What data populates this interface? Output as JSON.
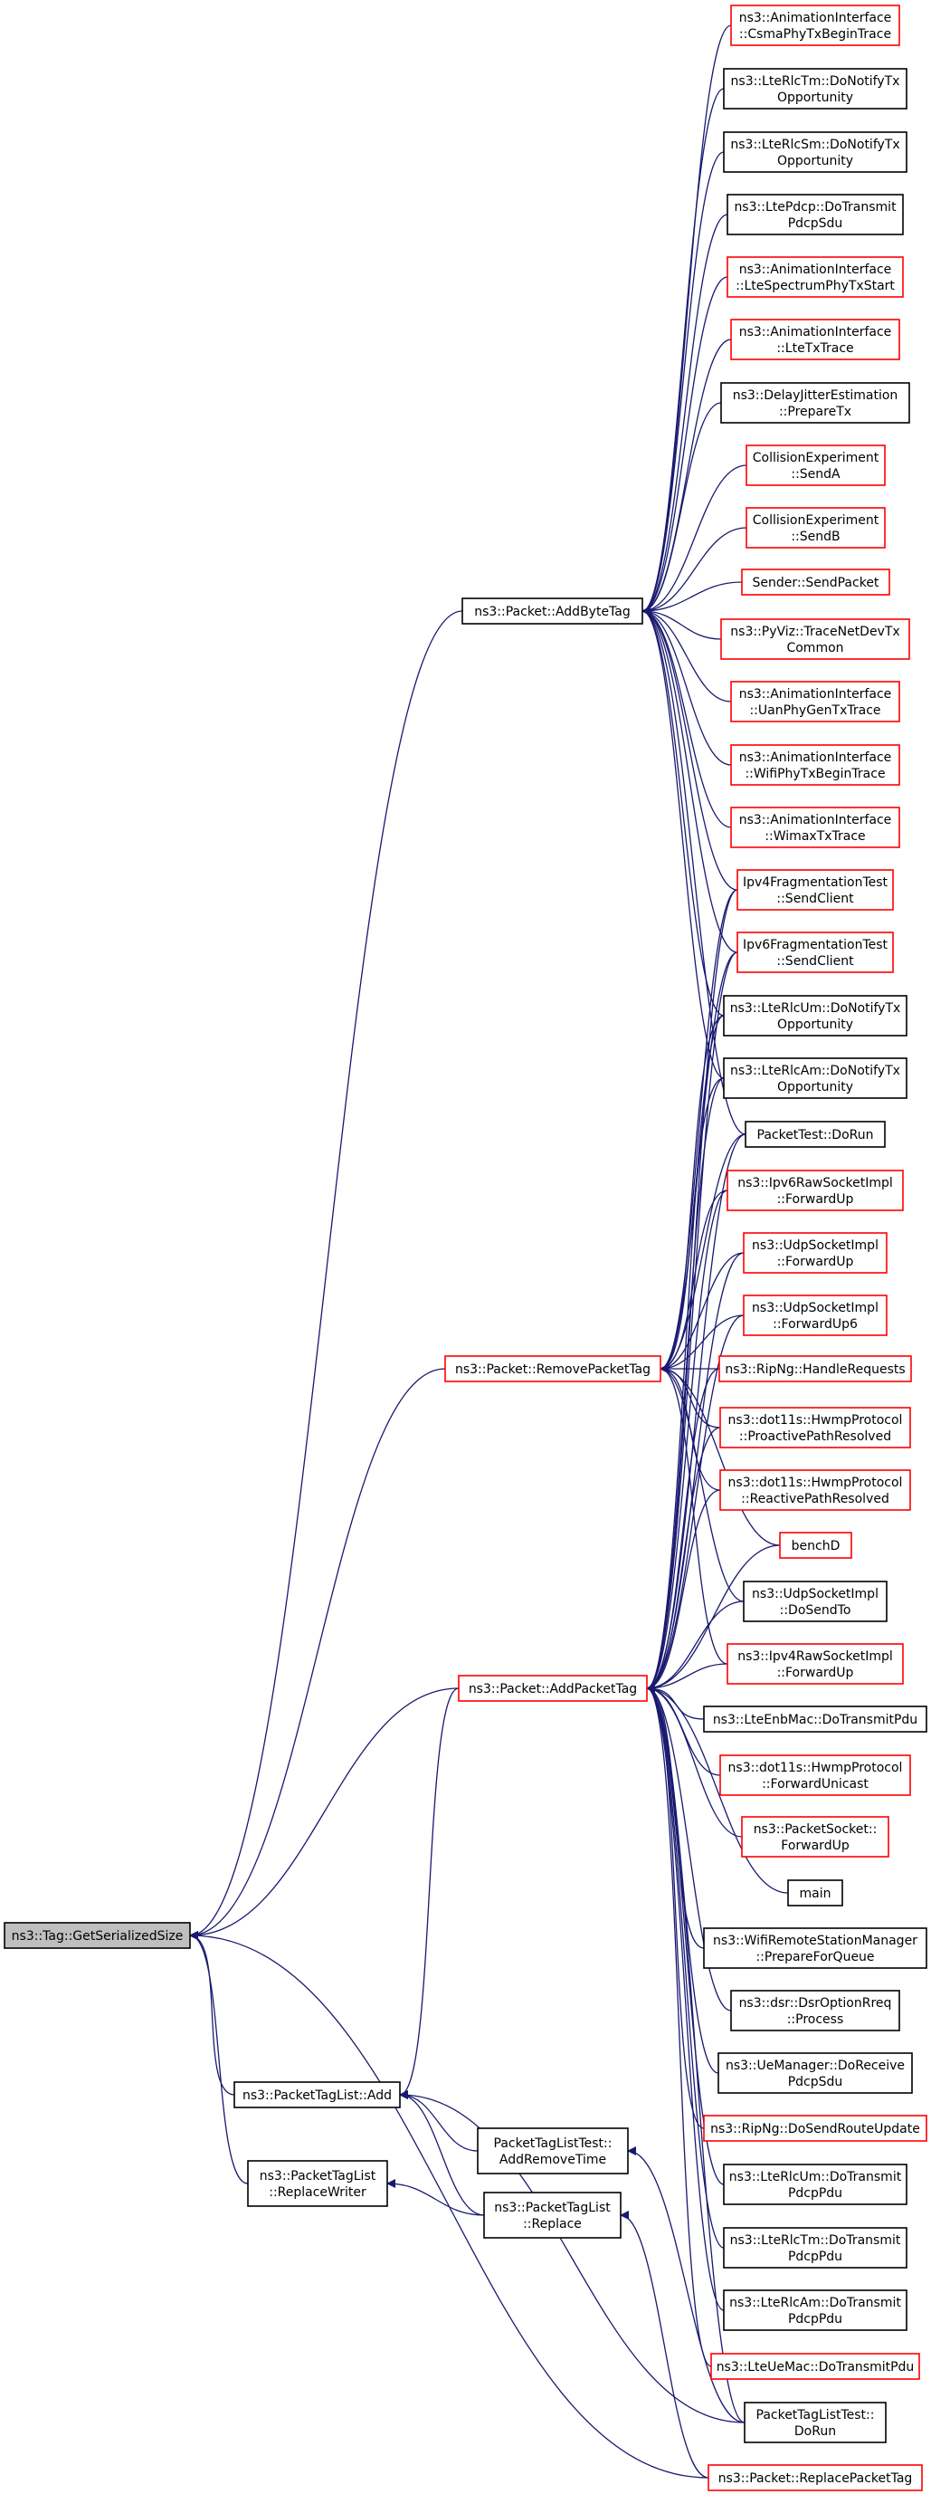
{
  "diagram": {
    "type": "doxygen-caller-graph",
    "colors": {
      "edge": "#191970",
      "border_documented": "#000000",
      "border_truncated": "#ff0000",
      "root_fill": "#bfbfbf",
      "node_fill": "#ffffff"
    },
    "root": {
      "id": "root",
      "lines": [
        "ns3::Tag::GetSerializedSize"
      ]
    },
    "nodes": [
      {
        "id": "addbytetag",
        "lines": [
          "ns3::Packet::AddByteTag"
        ],
        "status": "documented"
      },
      {
        "id": "removepackettag",
        "lines": [
          "ns3::Packet::RemovePacketTag"
        ],
        "status": "truncated"
      },
      {
        "id": "addpackettag",
        "lines": [
          "ns3::Packet::AddPacketTag"
        ],
        "status": "truncated"
      },
      {
        "id": "ptl_add",
        "lines": [
          "ns3::PacketTagList::Add"
        ],
        "status": "documented"
      },
      {
        "id": "ptl_replacewriter",
        "lines": [
          "ns3::PacketTagList",
          "::ReplaceWriter"
        ],
        "status": "documented"
      },
      {
        "id": "ptltest_addremove",
        "lines": [
          "PacketTagListTest::",
          "AddRemoveTime"
        ],
        "status": "documented"
      },
      {
        "id": "ptl_replace",
        "lines": [
          "ns3::PacketTagList",
          "::Replace"
        ],
        "status": "documented"
      },
      {
        "id": "anim_csma",
        "lines": [
          "ns3::AnimationInterface",
          "::CsmaPhyTxBeginTrace"
        ],
        "status": "truncated"
      },
      {
        "id": "rlctm_notify",
        "lines": [
          "ns3::LteRlcTm::DoNotifyTx",
          "Opportunity"
        ],
        "status": "documented"
      },
      {
        "id": "rlcsm_notify",
        "lines": [
          "ns3::LteRlcSm::DoNotifyTx",
          "Opportunity"
        ],
        "status": "documented"
      },
      {
        "id": "pdcp_transmit",
        "lines": [
          "ns3::LtePdcp::DoTransmit",
          "PdcpSdu"
        ],
        "status": "documented"
      },
      {
        "id": "anim_ltespectrum",
        "lines": [
          "ns3::AnimationInterface",
          "::LteSpectrumPhyTxStart"
        ],
        "status": "truncated"
      },
      {
        "id": "anim_ltetx",
        "lines": [
          "ns3::AnimationInterface",
          "::LteTxTrace"
        ],
        "status": "truncated"
      },
      {
        "id": "delayjitter",
        "lines": [
          "ns3::DelayJitterEstimation",
          "::PrepareTx"
        ],
        "status": "documented"
      },
      {
        "id": "collision_a",
        "lines": [
          "CollisionExperiment",
          "::SendA"
        ],
        "status": "truncated"
      },
      {
        "id": "collision_b",
        "lines": [
          "CollisionExperiment",
          "::SendB"
        ],
        "status": "truncated"
      },
      {
        "id": "sender_send",
        "lines": [
          "Sender::SendPacket"
        ],
        "status": "truncated"
      },
      {
        "id": "pyviz_trace",
        "lines": [
          "ns3::PyViz::TraceNetDevTx",
          "Common"
        ],
        "status": "truncated"
      },
      {
        "id": "anim_uanphy",
        "lines": [
          "ns3::AnimationInterface",
          "::UanPhyGenTxTrace"
        ],
        "status": "truncated"
      },
      {
        "id": "anim_wifiphy",
        "lines": [
          "ns3::AnimationInterface",
          "::WifiPhyTxBeginTrace"
        ],
        "status": "truncated"
      },
      {
        "id": "anim_wimax",
        "lines": [
          "ns3::AnimationInterface",
          "::WimaxTxTrace"
        ],
        "status": "truncated"
      },
      {
        "id": "ipv4frag_send",
        "lines": [
          "Ipv4FragmentationTest",
          "::SendClient"
        ],
        "status": "truncated"
      },
      {
        "id": "ipv6frag_send",
        "lines": [
          "Ipv6FragmentationTest",
          "::SendClient"
        ],
        "status": "truncated"
      },
      {
        "id": "rlcum_notify",
        "lines": [
          "ns3::LteRlcUm::DoNotifyTx",
          "Opportunity"
        ],
        "status": "documented"
      },
      {
        "id": "rlcam_notify",
        "lines": [
          "ns3::LteRlcAm::DoNotifyTx",
          "Opportunity"
        ],
        "status": "documented"
      },
      {
        "id": "packettest_run",
        "lines": [
          "PacketTest::DoRun"
        ],
        "status": "documented"
      },
      {
        "id": "ipv6raw_forward",
        "lines": [
          "ns3::Ipv6RawSocketImpl",
          "::ForwardUp"
        ],
        "status": "truncated"
      },
      {
        "id": "udp_forward",
        "lines": [
          "ns3::UdpSocketImpl",
          "::ForwardUp"
        ],
        "status": "truncated"
      },
      {
        "id": "udp_forward6",
        "lines": [
          "ns3::UdpSocketImpl",
          "::ForwardUp6"
        ],
        "status": "truncated"
      },
      {
        "id": "ripng_handle",
        "lines": [
          "ns3::RipNg::HandleRequests"
        ],
        "status": "truncated"
      },
      {
        "id": "hwmp_proactive",
        "lines": [
          "ns3::dot11s::HwmpProtocol",
          "::ProactivePathResolved"
        ],
        "status": "truncated"
      },
      {
        "id": "hwmp_reactive",
        "lines": [
          "ns3::dot11s::HwmpProtocol",
          "::ReactivePathResolved"
        ],
        "status": "truncated"
      },
      {
        "id": "benchd",
        "lines": [
          "benchD"
        ],
        "status": "truncated"
      },
      {
        "id": "udp_sendto",
        "lines": [
          "ns3::UdpSocketImpl",
          "::DoSendTo"
        ],
        "status": "documented"
      },
      {
        "id": "ipv4raw_forward",
        "lines": [
          "ns3::Ipv4RawSocketImpl",
          "::ForwardUp"
        ],
        "status": "truncated"
      },
      {
        "id": "enbmac_transmit",
        "lines": [
          "ns3::LteEnbMac::DoTransmitPdu"
        ],
        "status": "documented"
      },
      {
        "id": "hwmp_forward",
        "lines": [
          "ns3::dot11s::HwmpProtocol",
          "::ForwardUnicast"
        ],
        "status": "truncated"
      },
      {
        "id": "packetsocket_forward",
        "lines": [
          "ns3::PacketSocket::",
          "ForwardUp"
        ],
        "status": "truncated"
      },
      {
        "id": "main_fn",
        "lines": [
          "main"
        ],
        "status": "documented"
      },
      {
        "id": "wifiremote_prepare",
        "lines": [
          "ns3::WifiRemoteStationManager",
          "::PrepareForQueue"
        ],
        "status": "documented"
      },
      {
        "id": "dsr_process",
        "lines": [
          "ns3::dsr::DsrOptionRreq",
          "::Process"
        ],
        "status": "documented"
      },
      {
        "id": "uemanager_receive",
        "lines": [
          "ns3::UeManager::DoReceive",
          "PdcpSdu"
        ],
        "status": "documented"
      },
      {
        "id": "ripng_sendroute",
        "lines": [
          "ns3::RipNg::DoSendRouteUpdate"
        ],
        "status": "truncated"
      },
      {
        "id": "rlcum_transmit",
        "lines": [
          "ns3::LteRlcUm::DoTransmit",
          "PdcpPdu"
        ],
        "status": "documented"
      },
      {
        "id": "rlctm_transmit",
        "lines": [
          "ns3::LteRlcTm::DoTransmit",
          "PdcpPdu"
        ],
        "status": "documented"
      },
      {
        "id": "rlcam_transmit",
        "lines": [
          "ns3::LteRlcAm::DoTransmit",
          "PdcpPdu"
        ],
        "status": "documented"
      },
      {
        "id": "uemac_transmit",
        "lines": [
          "ns3::LteUeMac::DoTransmitPdu"
        ],
        "status": "truncated"
      },
      {
        "id": "ptltest_run",
        "lines": [
          "PacketTagListTest::",
          "DoRun"
        ],
        "status": "documented"
      },
      {
        "id": "replacepackettag",
        "lines": [
          "ns3::Packet::ReplacePacketTag"
        ],
        "status": "truncated"
      }
    ],
    "edges": [
      [
        "addbytetag",
        "root"
      ],
      [
        "removepackettag",
        "root"
      ],
      [
        "addpackettag",
        "root"
      ],
      [
        "ptl_add",
        "root"
      ],
      [
        "ptl_replacewriter",
        "root"
      ],
      [
        "replacepackettag",
        "root"
      ],
      [
        "anim_csma",
        "addbytetag"
      ],
      [
        "rlctm_notify",
        "addbytetag"
      ],
      [
        "rlcsm_notify",
        "addbytetag"
      ],
      [
        "pdcp_transmit",
        "addbytetag"
      ],
      [
        "anim_ltespectrum",
        "addbytetag"
      ],
      [
        "anim_ltetx",
        "addbytetag"
      ],
      [
        "delayjitter",
        "addbytetag"
      ],
      [
        "collision_a",
        "addbytetag"
      ],
      [
        "collision_b",
        "addbytetag"
      ],
      [
        "sender_send",
        "addbytetag"
      ],
      [
        "pyviz_trace",
        "addbytetag"
      ],
      [
        "anim_uanphy",
        "addbytetag"
      ],
      [
        "anim_wifiphy",
        "addbytetag"
      ],
      [
        "anim_wimax",
        "addbytetag"
      ],
      [
        "ipv4frag_send",
        "addbytetag"
      ],
      [
        "ipv6frag_send",
        "addbytetag"
      ],
      [
        "rlcum_notify",
        "addbytetag"
      ],
      [
        "rlcam_notify",
        "addbytetag"
      ],
      [
        "packettest_run",
        "addbytetag"
      ],
      [
        "ipv4frag_send",
        "removepackettag"
      ],
      [
        "ipv6frag_send",
        "removepackettag"
      ],
      [
        "rlcum_notify",
        "removepackettag"
      ],
      [
        "rlcam_notify",
        "removepackettag"
      ],
      [
        "packettest_run",
        "removepackettag"
      ],
      [
        "ipv6raw_forward",
        "removepackettag"
      ],
      [
        "udp_forward",
        "removepackettag"
      ],
      [
        "udp_forward6",
        "removepackettag"
      ],
      [
        "ripng_handle",
        "removepackettag"
      ],
      [
        "hwmp_proactive",
        "removepackettag"
      ],
      [
        "hwmp_reactive",
        "removepackettag"
      ],
      [
        "benchd",
        "removepackettag"
      ],
      [
        "udp_sendto",
        "removepackettag"
      ],
      [
        "ipv4raw_forward",
        "removepackettag"
      ],
      [
        "ipv4frag_send",
        "addpackettag"
      ],
      [
        "ipv6frag_send",
        "addpackettag"
      ],
      [
        "rlcum_notify",
        "addpackettag"
      ],
      [
        "rlcam_notify",
        "addpackettag"
      ],
      [
        "packettest_run",
        "addpackettag"
      ],
      [
        "ipv6raw_forward",
        "addpackettag"
      ],
      [
        "udp_forward",
        "addpackettag"
      ],
      [
        "udp_forward6",
        "addpackettag"
      ],
      [
        "ripng_handle",
        "addpackettag"
      ],
      [
        "hwmp_proactive",
        "addpackettag"
      ],
      [
        "hwmp_reactive",
        "addpackettag"
      ],
      [
        "benchd",
        "addpackettag"
      ],
      [
        "udp_sendto",
        "addpackettag"
      ],
      [
        "ipv4raw_forward",
        "addpackettag"
      ],
      [
        "enbmac_transmit",
        "addpackettag"
      ],
      [
        "hwmp_forward",
        "addpackettag"
      ],
      [
        "packetsocket_forward",
        "addpackettag"
      ],
      [
        "main_fn",
        "addpackettag"
      ],
      [
        "wifiremote_prepare",
        "addpackettag"
      ],
      [
        "dsr_process",
        "addpackettag"
      ],
      [
        "uemanager_receive",
        "addpackettag"
      ],
      [
        "ripng_sendroute",
        "addpackettag"
      ],
      [
        "rlcum_transmit",
        "addpackettag"
      ],
      [
        "rlctm_transmit",
        "addpackettag"
      ],
      [
        "rlcam_transmit",
        "addpackettag"
      ],
      [
        "uemac_transmit",
        "addpackettag"
      ],
      [
        "ptltest_run",
        "addpackettag"
      ],
      [
        "addpackettag",
        "ptl_add"
      ],
      [
        "ptltest_addremove",
        "ptl_add"
      ],
      [
        "ptl_replace",
        "ptl_add"
      ],
      [
        "ptltest_run",
        "ptl_add"
      ],
      [
        "ptl_replace",
        "ptl_replacewriter"
      ],
      [
        "ptltest_run",
        "ptltest_addremove"
      ],
      [
        "replacepackettag",
        "ptl_replace"
      ]
    ]
  }
}
